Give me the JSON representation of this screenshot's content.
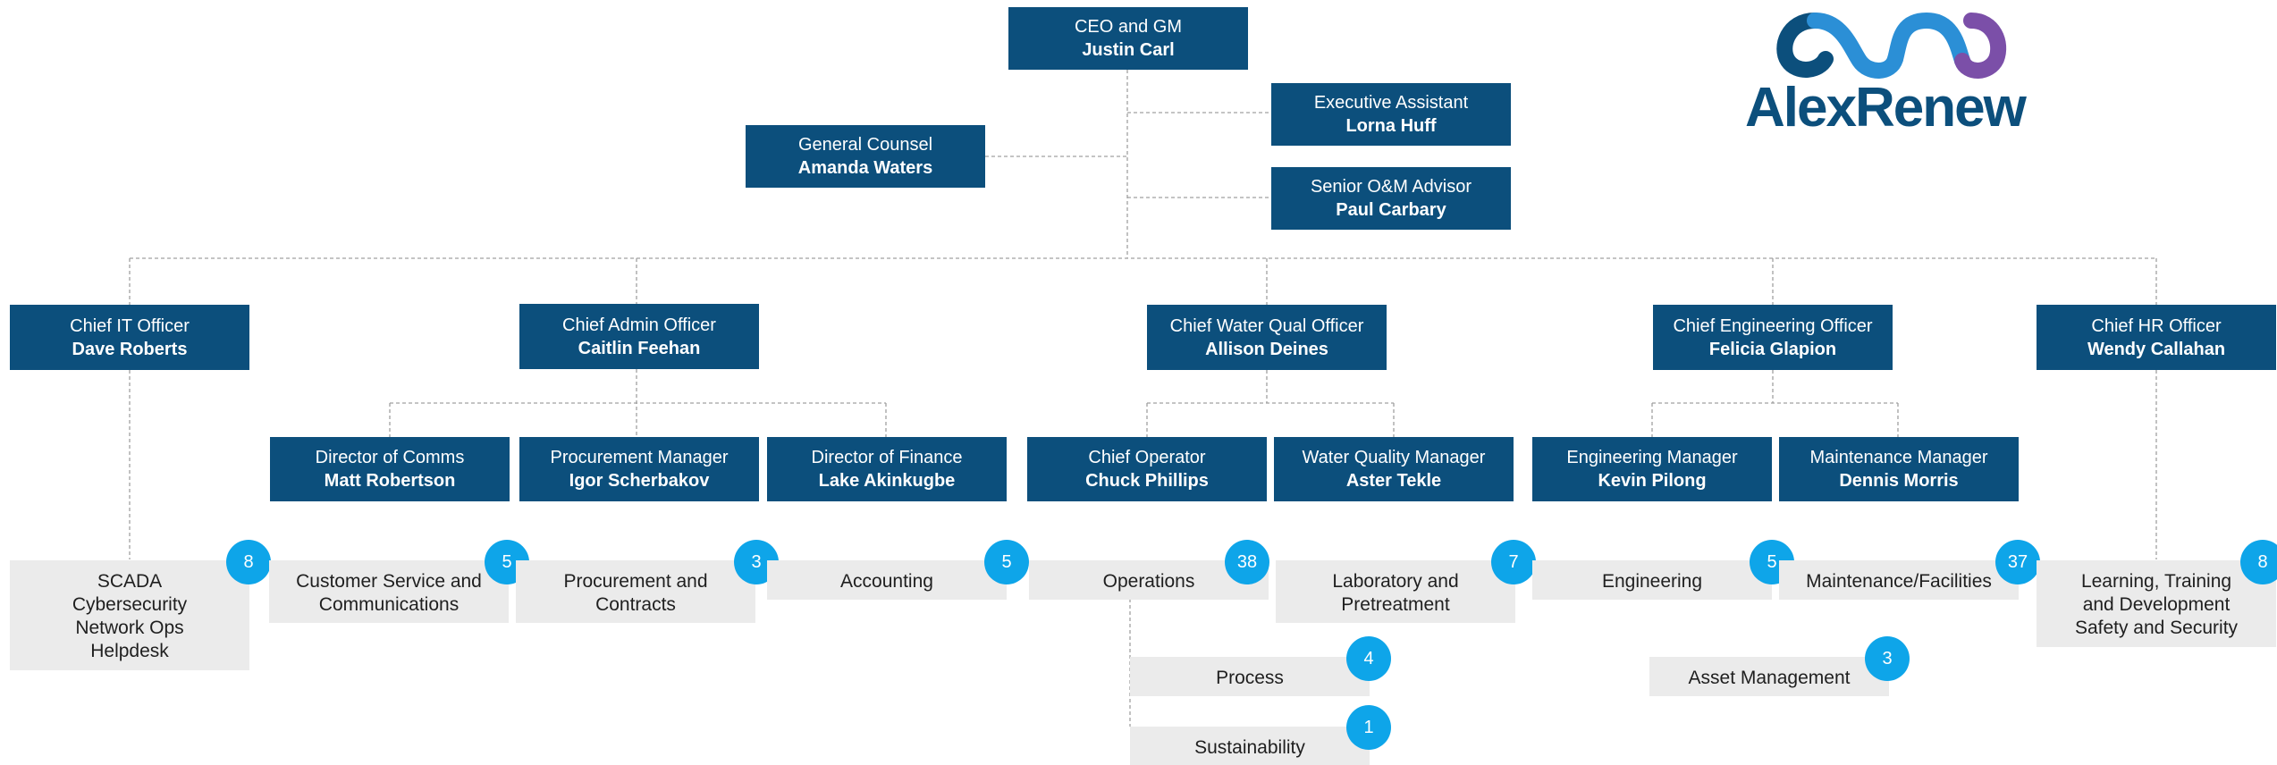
{
  "logo": {
    "text": "AlexRenew",
    "icon": "interlocking-loops-logo-icon",
    "colors": {
      "navy": "#0c4f7c",
      "blue": "#2b8fd6",
      "purple": "#7b4fa8"
    }
  },
  "colors": {
    "box": "#0c4f7c",
    "unit": "#ebebeb",
    "badge": "#0ea5e9",
    "connector": "#a0a0a0"
  },
  "executive": {
    "ceo": {
      "title": "CEO and GM",
      "name": "Justin Carl"
    },
    "assistant": {
      "title": "Executive Assistant",
      "name": "Lorna Huff"
    },
    "counsel": {
      "title": "General Counsel",
      "name": "Amanda Waters"
    },
    "advisor": {
      "title": "Senior O&M Advisor",
      "name": "Paul Carbary"
    }
  },
  "chiefs": [
    {
      "title": "Chief IT Officer",
      "name": "Dave Roberts"
    },
    {
      "title": "Chief Admin Officer",
      "name": "Caitlin Feehan"
    },
    {
      "title": "Chief Water Qual Officer",
      "name": "Allison Deines"
    },
    {
      "title": "Chief Engineering Officer",
      "name": "Felicia Glapion"
    },
    {
      "title": "Chief HR Officer",
      "name": "Wendy Callahan"
    }
  ],
  "managers": [
    {
      "title": "Director of Comms",
      "name": "Matt Robertson"
    },
    {
      "title": "Procurement Manager",
      "name": "Igor Scherbakov"
    },
    {
      "title": "Director of Finance",
      "name": "Lake Akinkugbe"
    },
    {
      "title": "Chief Operator",
      "name": "Chuck Phillips"
    },
    {
      "title": "Water Quality Manager",
      "name": "Aster Tekle"
    },
    {
      "title": "Engineering Manager",
      "name": "Kevin Pilong"
    },
    {
      "title": "Maintenance Manager",
      "name": "Dennis Morris"
    }
  ],
  "units": [
    {
      "lines": [
        "SCADA",
        "Cybersecurity",
        "Network Ops",
        "Helpdesk"
      ],
      "count": "8"
    },
    {
      "lines": [
        "Customer Service and",
        "Communications"
      ],
      "count": "5"
    },
    {
      "lines": [
        "Procurement and",
        "Contracts"
      ],
      "count": "3"
    },
    {
      "lines": [
        "Accounting"
      ],
      "count": "5"
    },
    {
      "lines": [
        "Operations"
      ],
      "count": "38"
    },
    {
      "lines": [
        "Laboratory and",
        "Pretreatment"
      ],
      "count": "7"
    },
    {
      "lines": [
        "Engineering"
      ],
      "count": "5"
    },
    {
      "lines": [
        "Maintenance/Facilities"
      ],
      "count": "37"
    },
    {
      "lines": [
        "Learning, Training",
        "and Development",
        "Safety and Security"
      ],
      "count": "8"
    },
    {
      "lines": [
        "Process"
      ],
      "count": "4"
    },
    {
      "lines": [
        "Sustainability"
      ],
      "count": "1"
    },
    {
      "lines": [
        "Asset Management"
      ],
      "count": "3"
    }
  ]
}
